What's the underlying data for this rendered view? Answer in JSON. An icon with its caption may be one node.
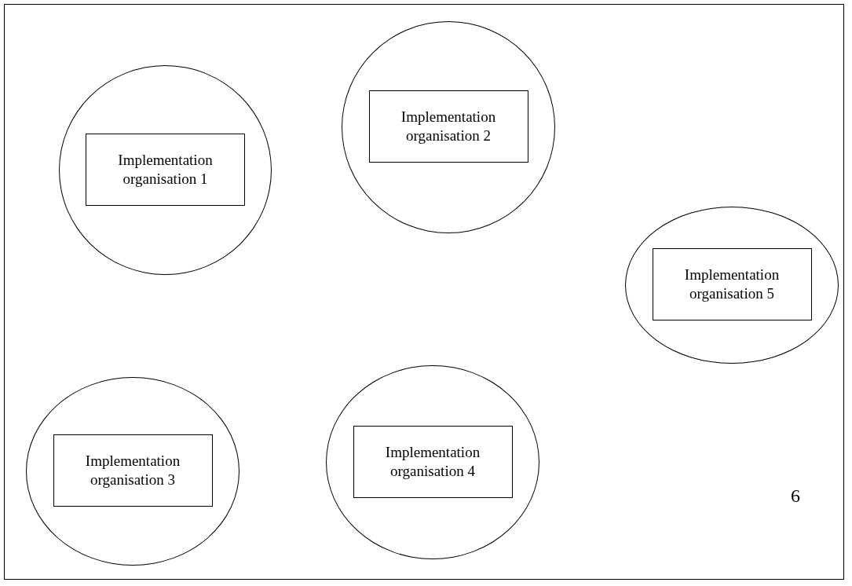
{
  "diagram": {
    "nodes": [
      {
        "text": [],
        "shape": "circle"
      },
      {
        "text": [
          "Implementation organisation 1"
        ],
        "in": 0
      },
      {
        "text": [],
        "shape": "circle"
      },
      {
        "text": [
          "Implementation organisation 2"
        ],
        "in": 2
      },
      {
        "text": [],
        "shape": "circle"
      },
      {
        "text": [
          "Implementation organisation 3"
        ],
        "in": 4
      },
      {
        "text": [],
        "shape": "circle"
      },
      {
        "text": [
          "Implementation organisation 4"
        ],
        "in": 6
      },
      {
        "text": [],
        "shape": "circle"
      },
      {
        "text": [
          "Implementation organisation 5"
        ],
        "in": 8
      }
    ],
    "edges": [],
    "labels": [
      "6"
    ]
  }
}
